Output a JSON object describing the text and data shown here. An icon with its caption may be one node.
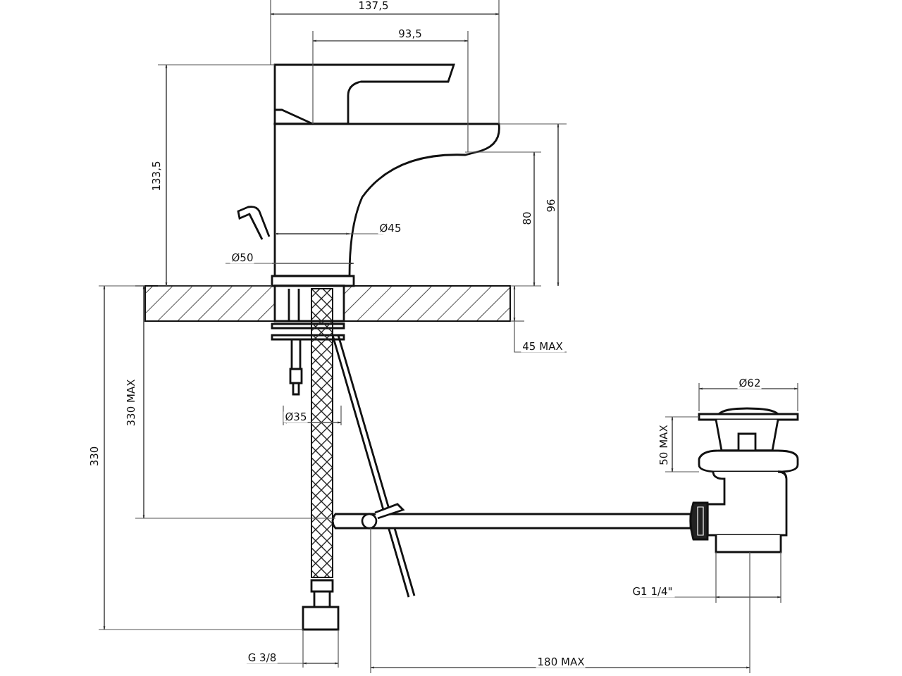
{
  "diagram": {
    "labels": [
      "137,5",
      "93,5",
      "133,5",
      "Ø45",
      "80",
      "96",
      "Ø50",
      "45 MAX",
      "Ø62",
      "330 MAX",
      "330",
      "Ø35",
      "50 MAX",
      "G1 1/4\"",
      "G 3/8",
      "180 MAX"
    ]
  }
}
